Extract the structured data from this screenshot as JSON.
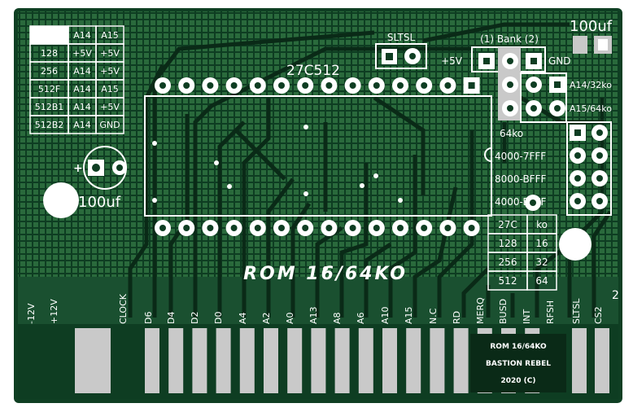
{
  "colors": {
    "board": "#0e3d22",
    "copper": "#1e5a31",
    "trace": "#2c7343",
    "silk": "#ffffff",
    "gold": "#c9c9c9",
    "dark": "#0a2a17",
    "hole": "#ffffff"
  },
  "chip": {
    "label": "27C512"
  },
  "sltsl_top": {
    "label": "SLTSL"
  },
  "bank": {
    "label": "(1) Bank (2)",
    "plus5v": "+5V",
    "gnd": "GND",
    "a14": "A14/32ko",
    "a15": "A15/64ko"
  },
  "cap_top": {
    "label": "100uf"
  },
  "cap_left": {
    "label": "100uf",
    "plus": "+"
  },
  "rom_table": {
    "header": [
      "",
      "A14",
      "A15"
    ],
    "rows": [
      [
        "128",
        "+5V",
        "+5V"
      ],
      [
        "256",
        "A14",
        "+5V"
      ],
      [
        "512F",
        "A14",
        "A15"
      ],
      [
        "512B1",
        "A14",
        "+5V"
      ],
      [
        "512B2",
        "A14",
        "GND"
      ]
    ]
  },
  "ranges": [
    "64ko",
    "4000-7FFF",
    "8000-BFFF",
    "4000-BFFF"
  ],
  "size_table": {
    "header": [
      "27C",
      "ko"
    ],
    "rows": [
      [
        "128",
        "16"
      ],
      [
        "256",
        "32"
      ],
      [
        "512",
        "64"
      ]
    ]
  },
  "title": "ROM 16/64KO",
  "pins": [
    "-12V",
    "+12V",
    "CLOCK",
    "D6",
    "D4",
    "D2",
    "D0",
    "A4",
    "A2",
    "A0",
    "A13",
    "A8",
    "A6",
    "A10",
    "A15",
    "N.C",
    "RD",
    "MERQ",
    "BUSD",
    "INT",
    "RFSH",
    "SLTSL",
    "CS2"
  ],
  "pin_number": "2",
  "credits": [
    "ROM 16/64KO",
    "BASTION REBEL",
    "2020 (C)"
  ]
}
